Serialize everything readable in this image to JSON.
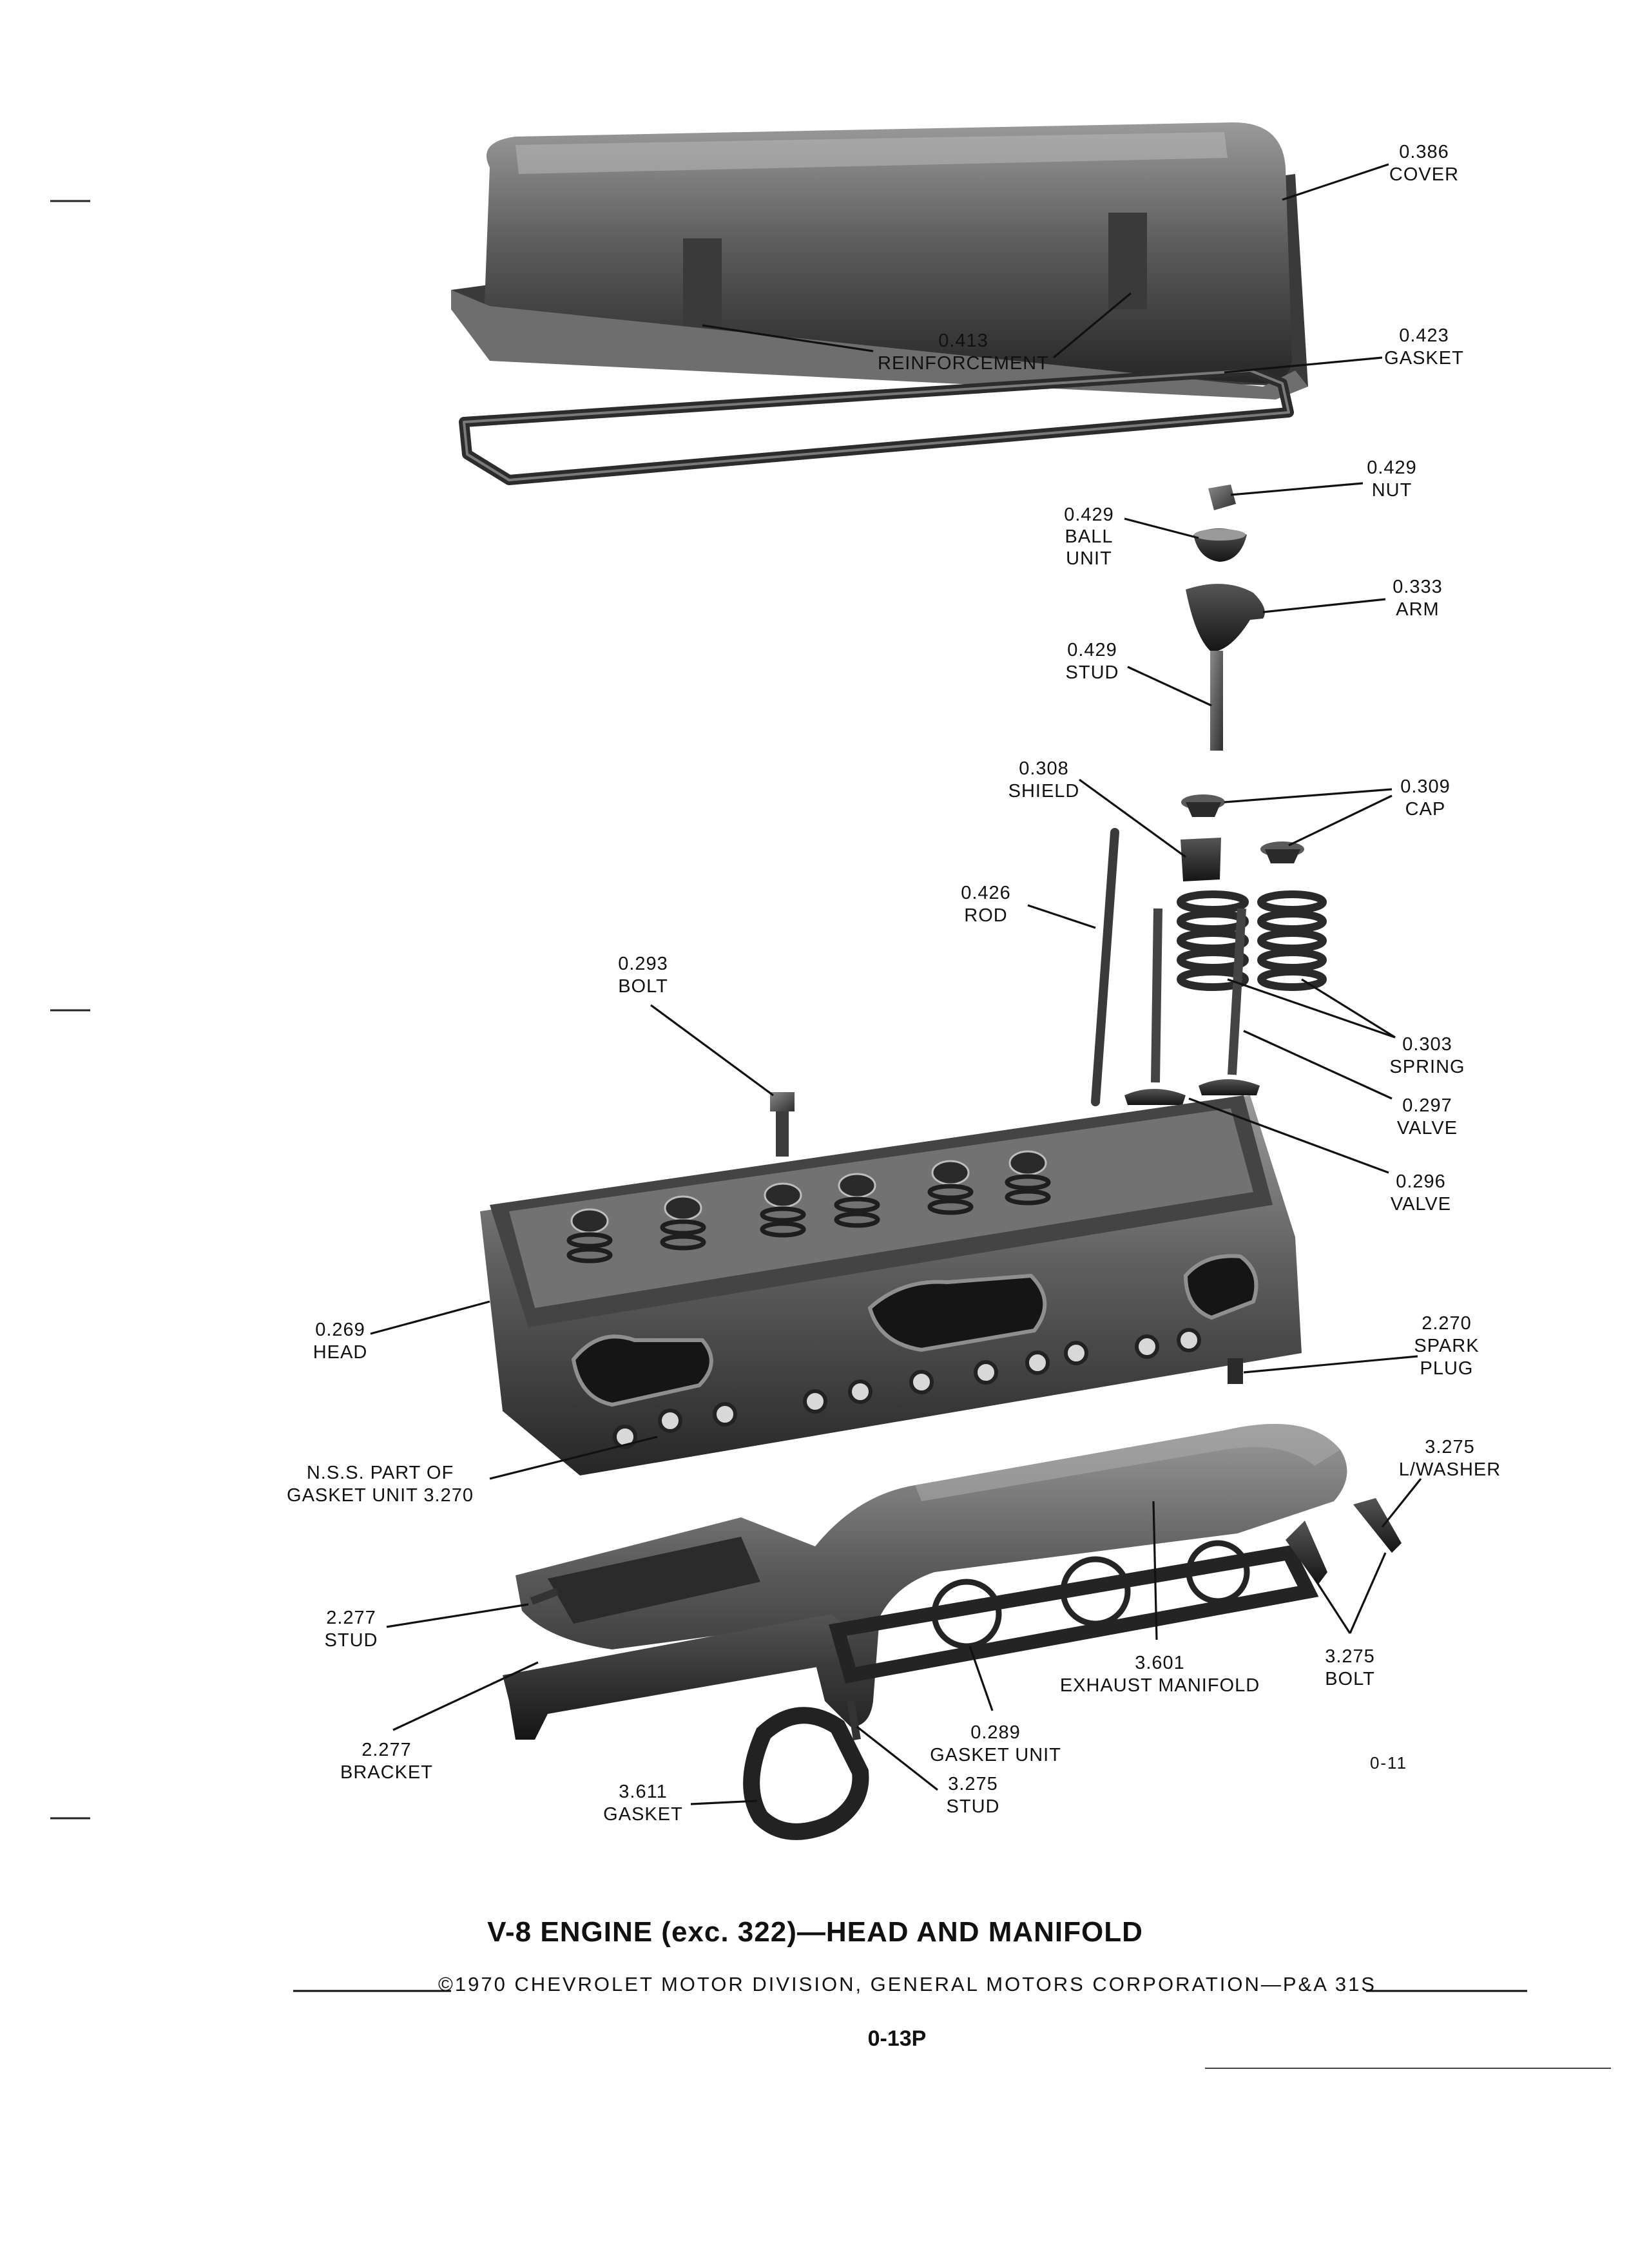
{
  "title": "V-8 ENGINE (exc. 322)—HEAD AND MANIFOLD",
  "copyright": "©1970 CHEVROLET MOTOR DIVISION, GENERAL MOTORS CORPORATION—P&A 31S",
  "page_number": "0-13P",
  "figure_id": "0-11",
  "callouts": {
    "cover": {
      "code": "0.386",
      "name": "COVER"
    },
    "reinforcement": {
      "code": "0.413",
      "name": "REINFORCEMENT"
    },
    "gasket_cover": {
      "code": "0.423",
      "name": "GASKET"
    },
    "nut": {
      "code": "0.429",
      "name": "NUT"
    },
    "ball_unit": {
      "code": "0.429",
      "name": "BALL",
      "name2": "UNIT"
    },
    "arm": {
      "code": "0.333",
      "name": "ARM"
    },
    "stud_rocker": {
      "code": "0.429",
      "name": "STUD"
    },
    "shield": {
      "code": "0.308",
      "name": "SHIELD"
    },
    "cap": {
      "code": "0.309",
      "name": "CAP"
    },
    "rod": {
      "code": "0.426",
      "name": "ROD"
    },
    "bolt_head": {
      "code": "0.293",
      "name": "BOLT"
    },
    "spring": {
      "code": "0.303",
      "name": "SPRING"
    },
    "valve_exhaust": {
      "code": "0.297",
      "name": "VALVE"
    },
    "valve_intake": {
      "code": "0.296",
      "name": "VALVE"
    },
    "head": {
      "code": "0.269",
      "name": "HEAD"
    },
    "spark_plug": {
      "code": "2.270",
      "name": "SPARK",
      "name2": "PLUG"
    },
    "nss": {
      "line1": "N.S.S. PART OF",
      "line2": "GASKET UNIT 3.270"
    },
    "lwasher": {
      "code": "3.275",
      "name": "L/WASHER"
    },
    "stud_manifold": {
      "code": "2.277",
      "name": "STUD"
    },
    "bracket": {
      "code": "2.277",
      "name": "BRACKET"
    },
    "exhaust_manifold": {
      "code": "3.601",
      "name": "EXHAUST MANIFOLD"
    },
    "bolt_manifold": {
      "code": "3.275",
      "name": "BOLT"
    },
    "gasket_unit": {
      "code": "0.289",
      "name": "GASKET UNIT"
    },
    "gasket_flange": {
      "code": "3.611",
      "name": "GASKET"
    },
    "stud_flange": {
      "code": "3.275",
      "name": "STUD"
    }
  }
}
